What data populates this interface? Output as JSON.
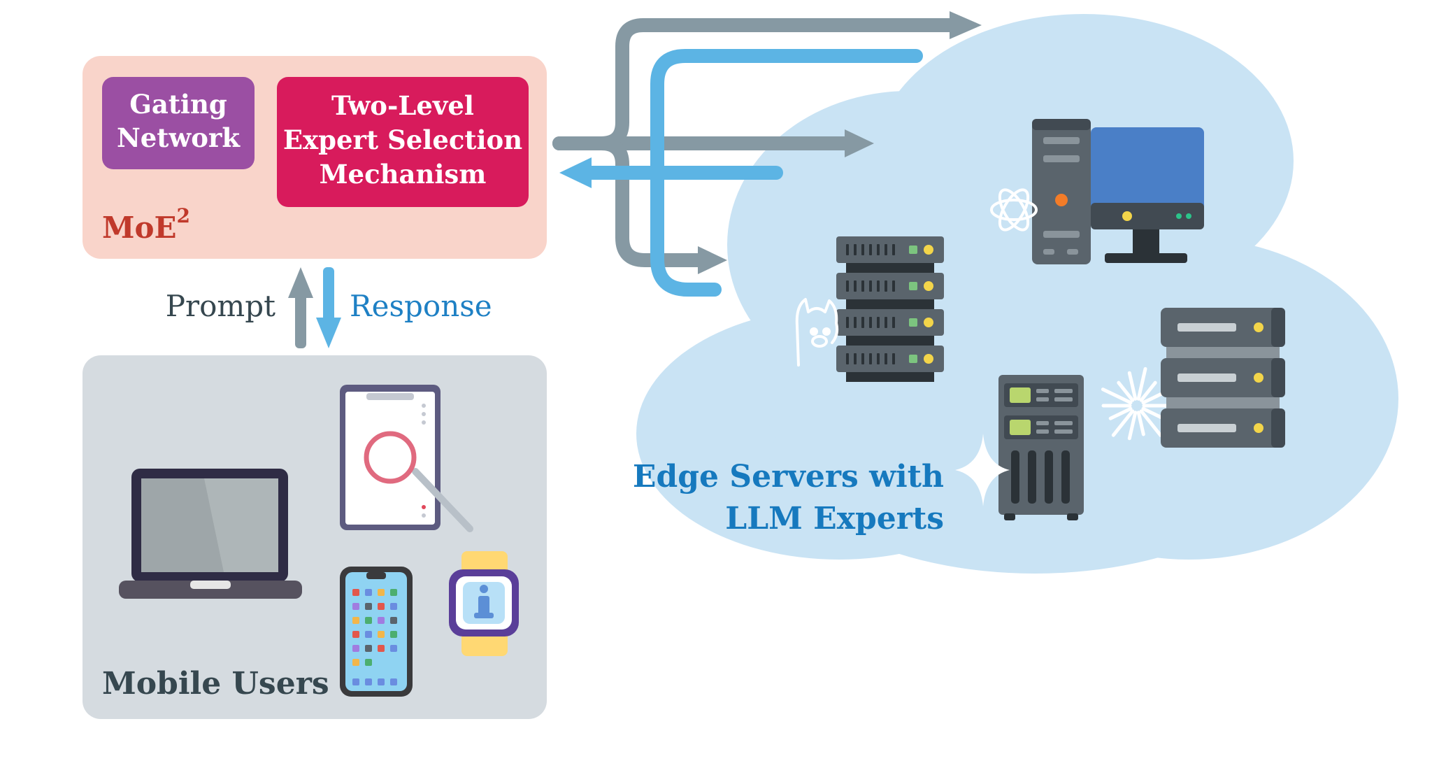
{
  "moe": {
    "gating_label_line1": "Gating",
    "gating_label_line2": "Network",
    "selection_label_line1": "Two-Level",
    "selection_label_line2": "Expert Selection",
    "selection_label_line3": "Mechanism",
    "title_main": "MoE",
    "title_superscript": "2"
  },
  "flow": {
    "prompt_label": "Prompt",
    "response_label": "Response"
  },
  "users": {
    "title": "Mobile Users"
  },
  "edge": {
    "title_line1": "Edge Servers with",
    "title_line2": "LLM Experts"
  },
  "colors": {
    "moe_panel": "#f9d4ca",
    "gating_box": "#9b4fa3",
    "selection_box": "#d81b5c",
    "moe_title": "#c0392b",
    "users_panel": "#d5dbe0",
    "cloud": "#c9e3f4",
    "gray_arrow": "#8699a3",
    "blue_arrow": "#5cb4e4",
    "prompt_text": "#36474f",
    "response_text": "#1e80c4",
    "edge_text": "#1679be"
  },
  "icons": [
    "laptop-icon",
    "tablet-search-icon",
    "smartphone-icon",
    "smartwatch-info-icon",
    "rack-server-icon",
    "desktop-pc-icon",
    "tower-server-icon",
    "storage-server-icon",
    "openai-logo-icon",
    "llama-logo-icon",
    "sparkle-icon",
    "claude-logo-icon"
  ]
}
